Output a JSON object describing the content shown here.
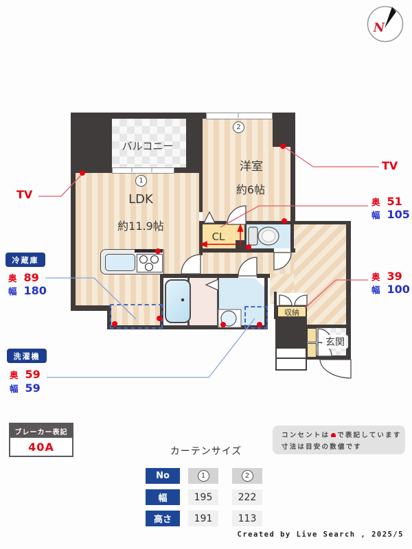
{
  "compass": {
    "north": "N"
  },
  "plan": {
    "balcony": "バルコニー",
    "ldk": {
      "no": "1",
      "name": "LDK",
      "size": "約11.9帖"
    },
    "bedroom": {
      "no": "2",
      "name": "洋室",
      "size": "約6帖"
    },
    "closet": "CL",
    "storage": "収納",
    "entrance": "玄関"
  },
  "labels": {
    "tv_left": "TV",
    "tv_right": "TV",
    "fridge": {
      "badge": "冷蔵庫",
      "rows": [
        {
          "k": "奥",
          "v": "89"
        },
        {
          "k": "幅",
          "v": "180"
        }
      ]
    },
    "washer": {
      "badge": "洗濯機",
      "rows": [
        {
          "k": "奥",
          "v": "59"
        },
        {
          "k": "幅",
          "v": "59"
        }
      ]
    },
    "cl_dim": {
      "rows": [
        {
          "k": "奥",
          "v": "51"
        },
        {
          "k": "幅",
          "v": "105"
        }
      ]
    },
    "storage_dim": {
      "rows": [
        {
          "k": "奥",
          "v": "39"
        },
        {
          "k": "幅",
          "v": "100"
        }
      ]
    }
  },
  "breaker": {
    "title": "ブレーカー表記",
    "value": "40A"
  },
  "curtain": {
    "title": "カーテンサイズ",
    "col_header": "No",
    "units": [
      "1",
      "2"
    ],
    "rows": [
      {
        "label": "幅",
        "values": [
          "195",
          "222"
        ]
      },
      {
        "label": "高さ",
        "values": [
          "191",
          "113"
        ]
      }
    ]
  },
  "notes": {
    "line1_before": "コンセントは",
    "line1_after": "で表記しています",
    "line2": "寸法は目安の数値です"
  },
  "credit": "Created by Live Search , 2025/5"
}
